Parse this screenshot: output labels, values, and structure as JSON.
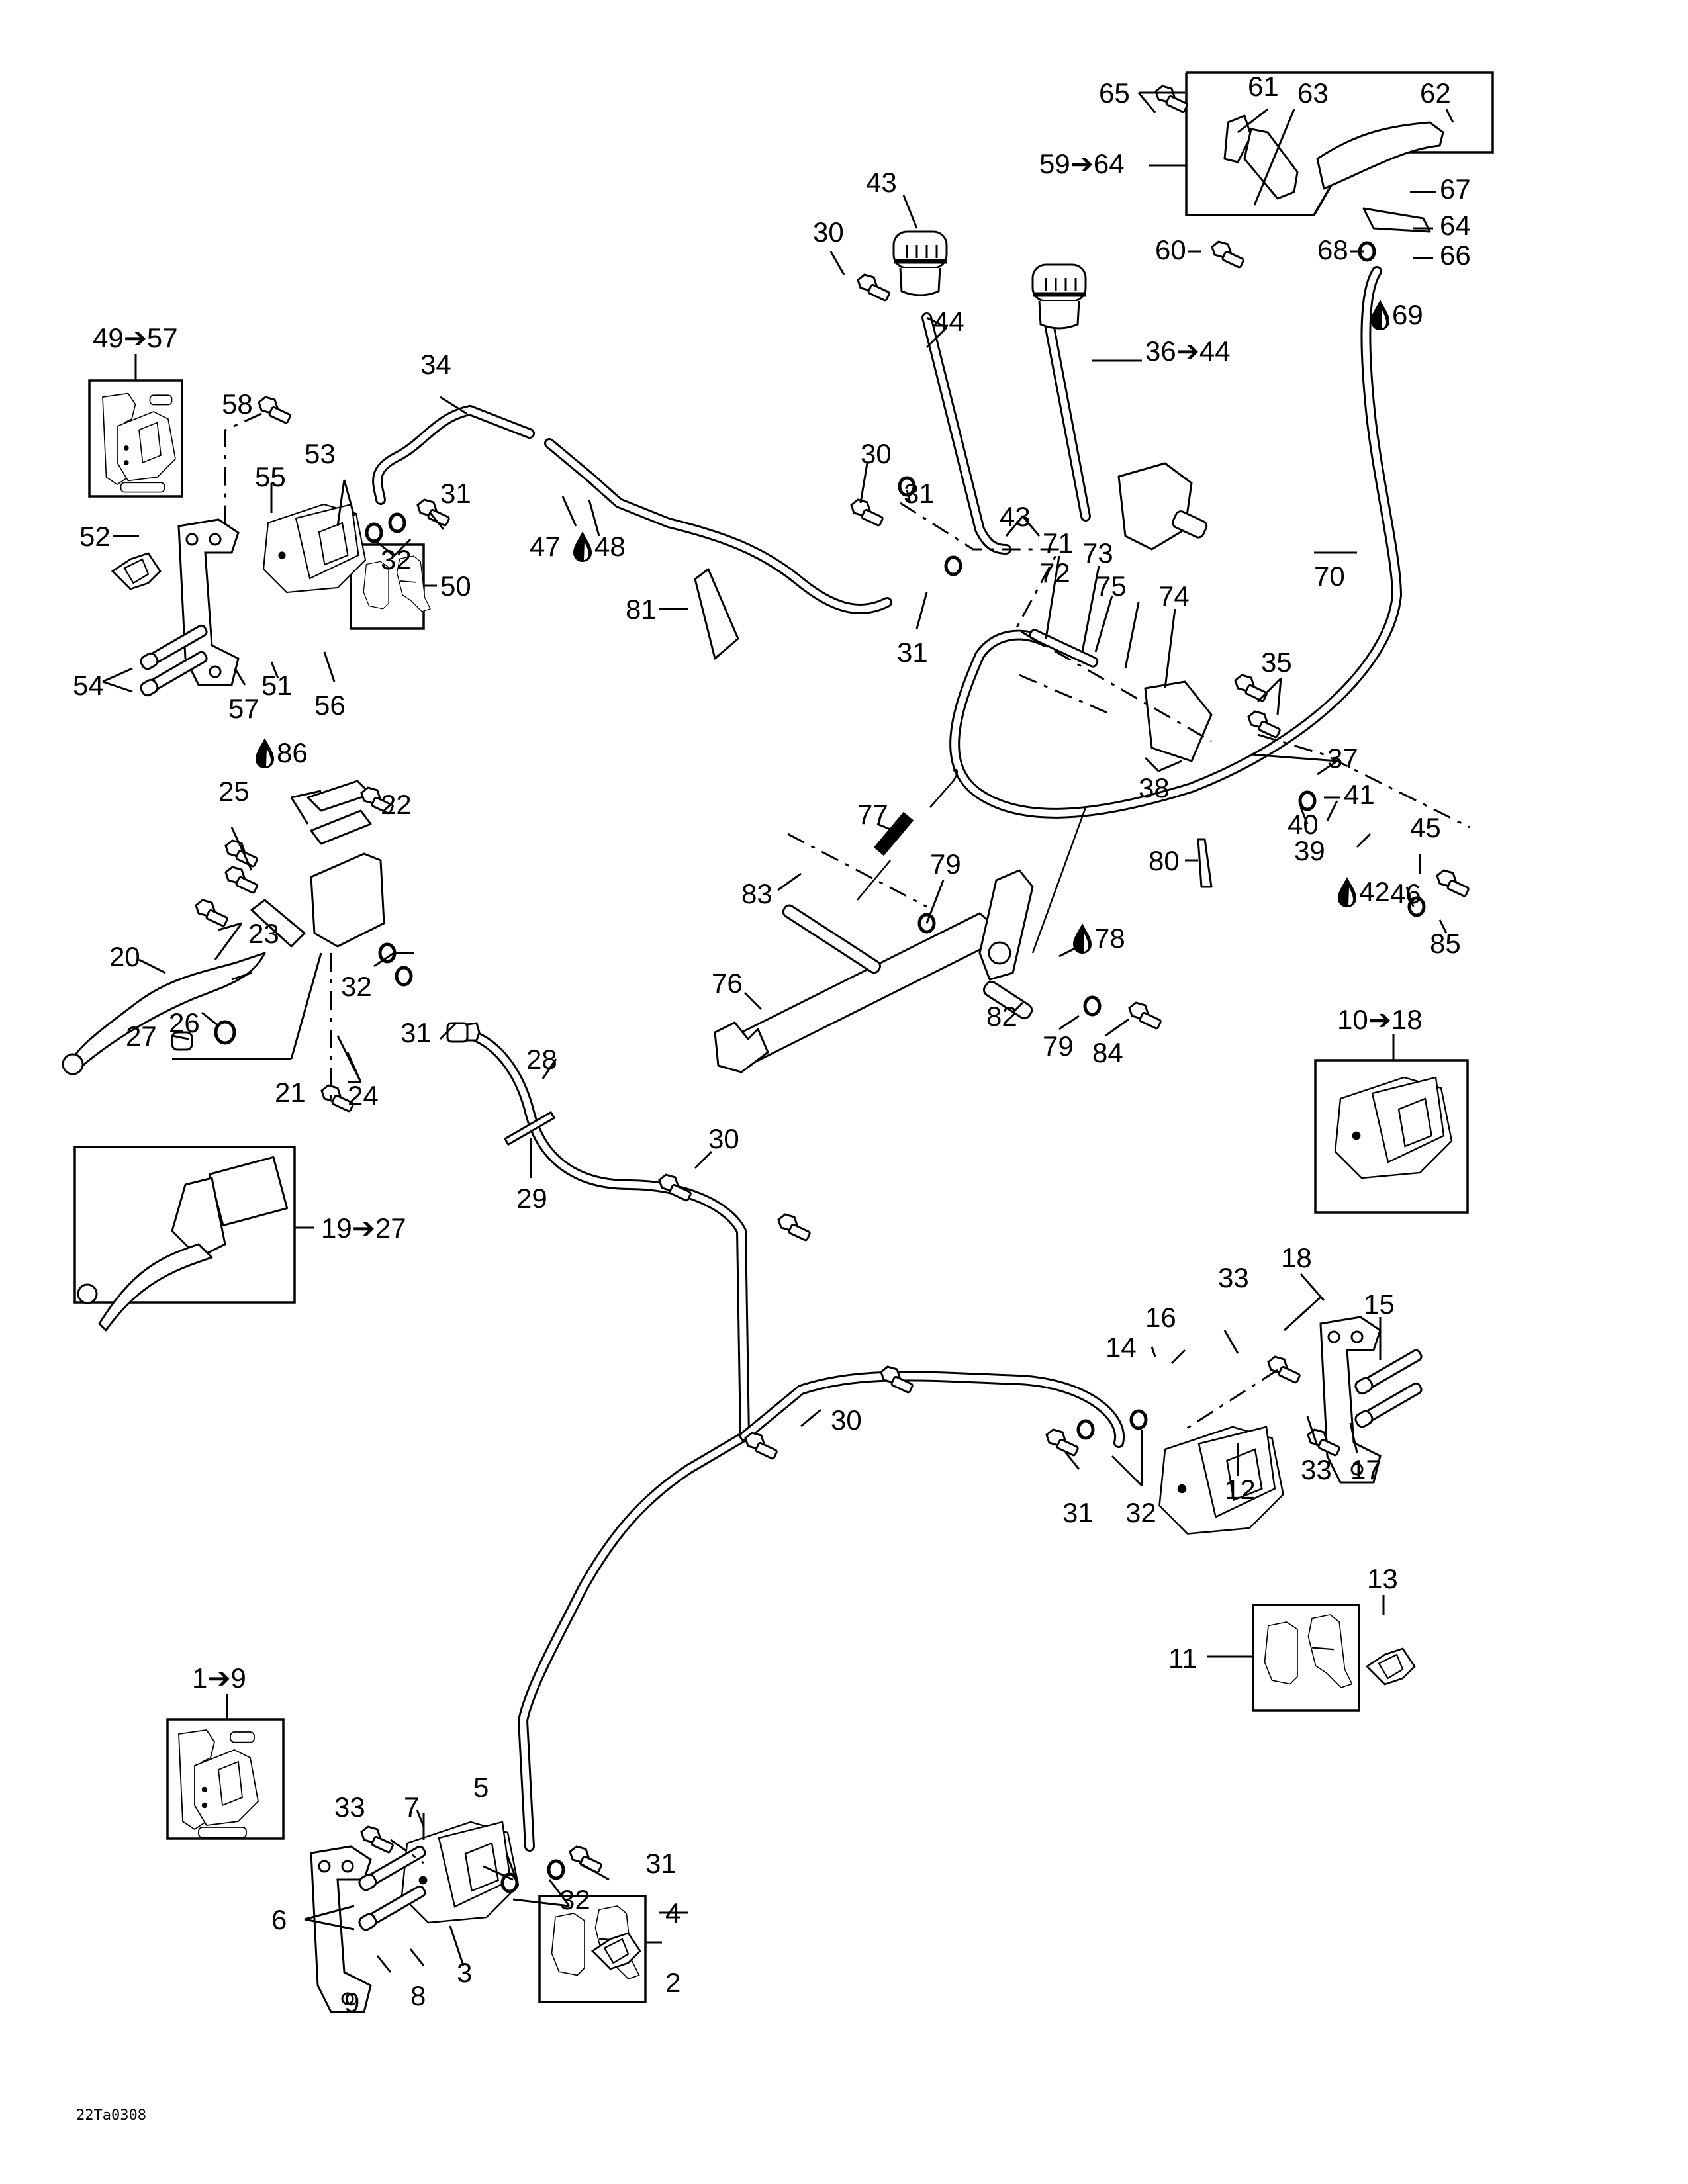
{
  "diagram": {
    "title": "Brake system exploded parts diagram",
    "drawing_code": "22Ta0308",
    "icons": {
      "arrow": "right-arrow-icon",
      "fluid": "fluid-drop-icon"
    },
    "callouts": [
      {
        "id": "1-9",
        "text": "1➔9"
      },
      {
        "id": "2",
        "text": "2"
      },
      {
        "id": "3",
        "text": "3"
      },
      {
        "id": "4",
        "text": "4"
      },
      {
        "id": "5",
        "text": "5"
      },
      {
        "id": "6",
        "text": "6"
      },
      {
        "id": "7",
        "text": "7"
      },
      {
        "id": "8",
        "text": "8"
      },
      {
        "id": "9",
        "text": "9"
      },
      {
        "id": "10-18",
        "text": "10➔18"
      },
      {
        "id": "11",
        "text": "11"
      },
      {
        "id": "12",
        "text": "12"
      },
      {
        "id": "13",
        "text": "13"
      },
      {
        "id": "14",
        "text": "14"
      },
      {
        "id": "15",
        "text": "15"
      },
      {
        "id": "16",
        "text": "16"
      },
      {
        "id": "17",
        "text": "17"
      },
      {
        "id": "18",
        "text": "18"
      },
      {
        "id": "19-27",
        "text": "19➔27"
      },
      {
        "id": "20",
        "text": "20"
      },
      {
        "id": "21",
        "text": "21"
      },
      {
        "id": "22",
        "text": "22"
      },
      {
        "id": "23",
        "text": "23"
      },
      {
        "id": "24",
        "text": "24"
      },
      {
        "id": "25",
        "text": "25"
      },
      {
        "id": "26",
        "text": "26"
      },
      {
        "id": "27",
        "text": "27"
      },
      {
        "id": "28",
        "text": "28"
      },
      {
        "id": "29",
        "text": "29"
      },
      {
        "id": "30",
        "text": "30"
      },
      {
        "id": "31",
        "text": "31"
      },
      {
        "id": "32",
        "text": "32"
      },
      {
        "id": "33",
        "text": "33"
      },
      {
        "id": "34",
        "text": "34"
      },
      {
        "id": "35",
        "text": "35"
      },
      {
        "id": "36-44",
        "text": "36➔44"
      },
      {
        "id": "37",
        "text": "37"
      },
      {
        "id": "38",
        "text": "38"
      },
      {
        "id": "39",
        "text": "39"
      },
      {
        "id": "40",
        "text": "40"
      },
      {
        "id": "41",
        "text": "41"
      },
      {
        "id": "42",
        "text": "42",
        "fluid": true
      },
      {
        "id": "43",
        "text": "43"
      },
      {
        "id": "44",
        "text": "44"
      },
      {
        "id": "45",
        "text": "45"
      },
      {
        "id": "46",
        "text": "46"
      },
      {
        "id": "47",
        "text": "47"
      },
      {
        "id": "48",
        "text": "48",
        "fluid": true
      },
      {
        "id": "49-57",
        "text": "49➔57"
      },
      {
        "id": "50",
        "text": "50"
      },
      {
        "id": "51",
        "text": "51"
      },
      {
        "id": "52",
        "text": "52"
      },
      {
        "id": "53",
        "text": "53"
      },
      {
        "id": "54",
        "text": "54"
      },
      {
        "id": "55",
        "text": "55"
      },
      {
        "id": "56",
        "text": "56"
      },
      {
        "id": "57",
        "text": "57"
      },
      {
        "id": "58",
        "text": "58"
      },
      {
        "id": "59-64",
        "text": "59➔64"
      },
      {
        "id": "60",
        "text": "60"
      },
      {
        "id": "61",
        "text": "61"
      },
      {
        "id": "62",
        "text": "62"
      },
      {
        "id": "63",
        "text": "63"
      },
      {
        "id": "64",
        "text": "64"
      },
      {
        "id": "65",
        "text": "65"
      },
      {
        "id": "66",
        "text": "66"
      },
      {
        "id": "67",
        "text": "67"
      },
      {
        "id": "68",
        "text": "68"
      },
      {
        "id": "69",
        "text": "69",
        "fluid": true
      },
      {
        "id": "70",
        "text": "70"
      },
      {
        "id": "71",
        "text": "71"
      },
      {
        "id": "72",
        "text": "72"
      },
      {
        "id": "73",
        "text": "73"
      },
      {
        "id": "74",
        "text": "74"
      },
      {
        "id": "75",
        "text": "75"
      },
      {
        "id": "76",
        "text": "76"
      },
      {
        "id": "77",
        "text": "77"
      },
      {
        "id": "78",
        "text": "78",
        "fluid": true
      },
      {
        "id": "79",
        "text": "79"
      },
      {
        "id": "80",
        "text": "80"
      },
      {
        "id": "81",
        "text": "81"
      },
      {
        "id": "82",
        "text": "82"
      },
      {
        "id": "83",
        "text": "83"
      },
      {
        "id": "84",
        "text": "84"
      },
      {
        "id": "85",
        "text": "85"
      },
      {
        "id": "86",
        "text": "86",
        "fluid": true
      }
    ]
  }
}
